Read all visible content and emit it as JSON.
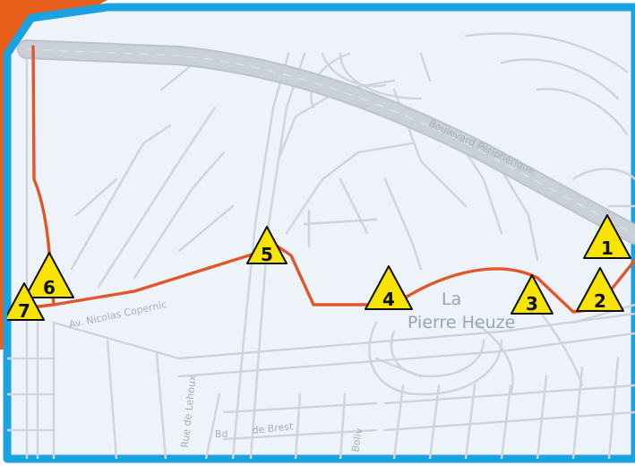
{
  "colors": {
    "frame_orange": "#e8601c",
    "frame_blue": "#1ca2e0",
    "map_background": "#eef3f9",
    "road_outline": "#cdd4dc",
    "highway": "#cad0d8",
    "route": "#e0572a",
    "marker_fill": "#f7e400",
    "marker_stroke": "#111111"
  },
  "map": {
    "labels": {
      "boulevard_peripherique": "Boulevard Périphérique",
      "av_nicolas_copernic": "Av. Nicolas Copernic",
      "rue_de_lehoux": "Rue de Lehoux",
      "bd": "Bd",
      "de_brest": "de Brest",
      "bolivar": "Boliv",
      "place_la": "La",
      "place_pierre_heuze": "Pierre Heuze"
    },
    "markers": [
      {
        "number": "1"
      },
      {
        "number": "2"
      },
      {
        "number": "3"
      },
      {
        "number": "4"
      },
      {
        "number": "5"
      },
      {
        "number": "6"
      },
      {
        "number": "7"
      }
    ]
  }
}
